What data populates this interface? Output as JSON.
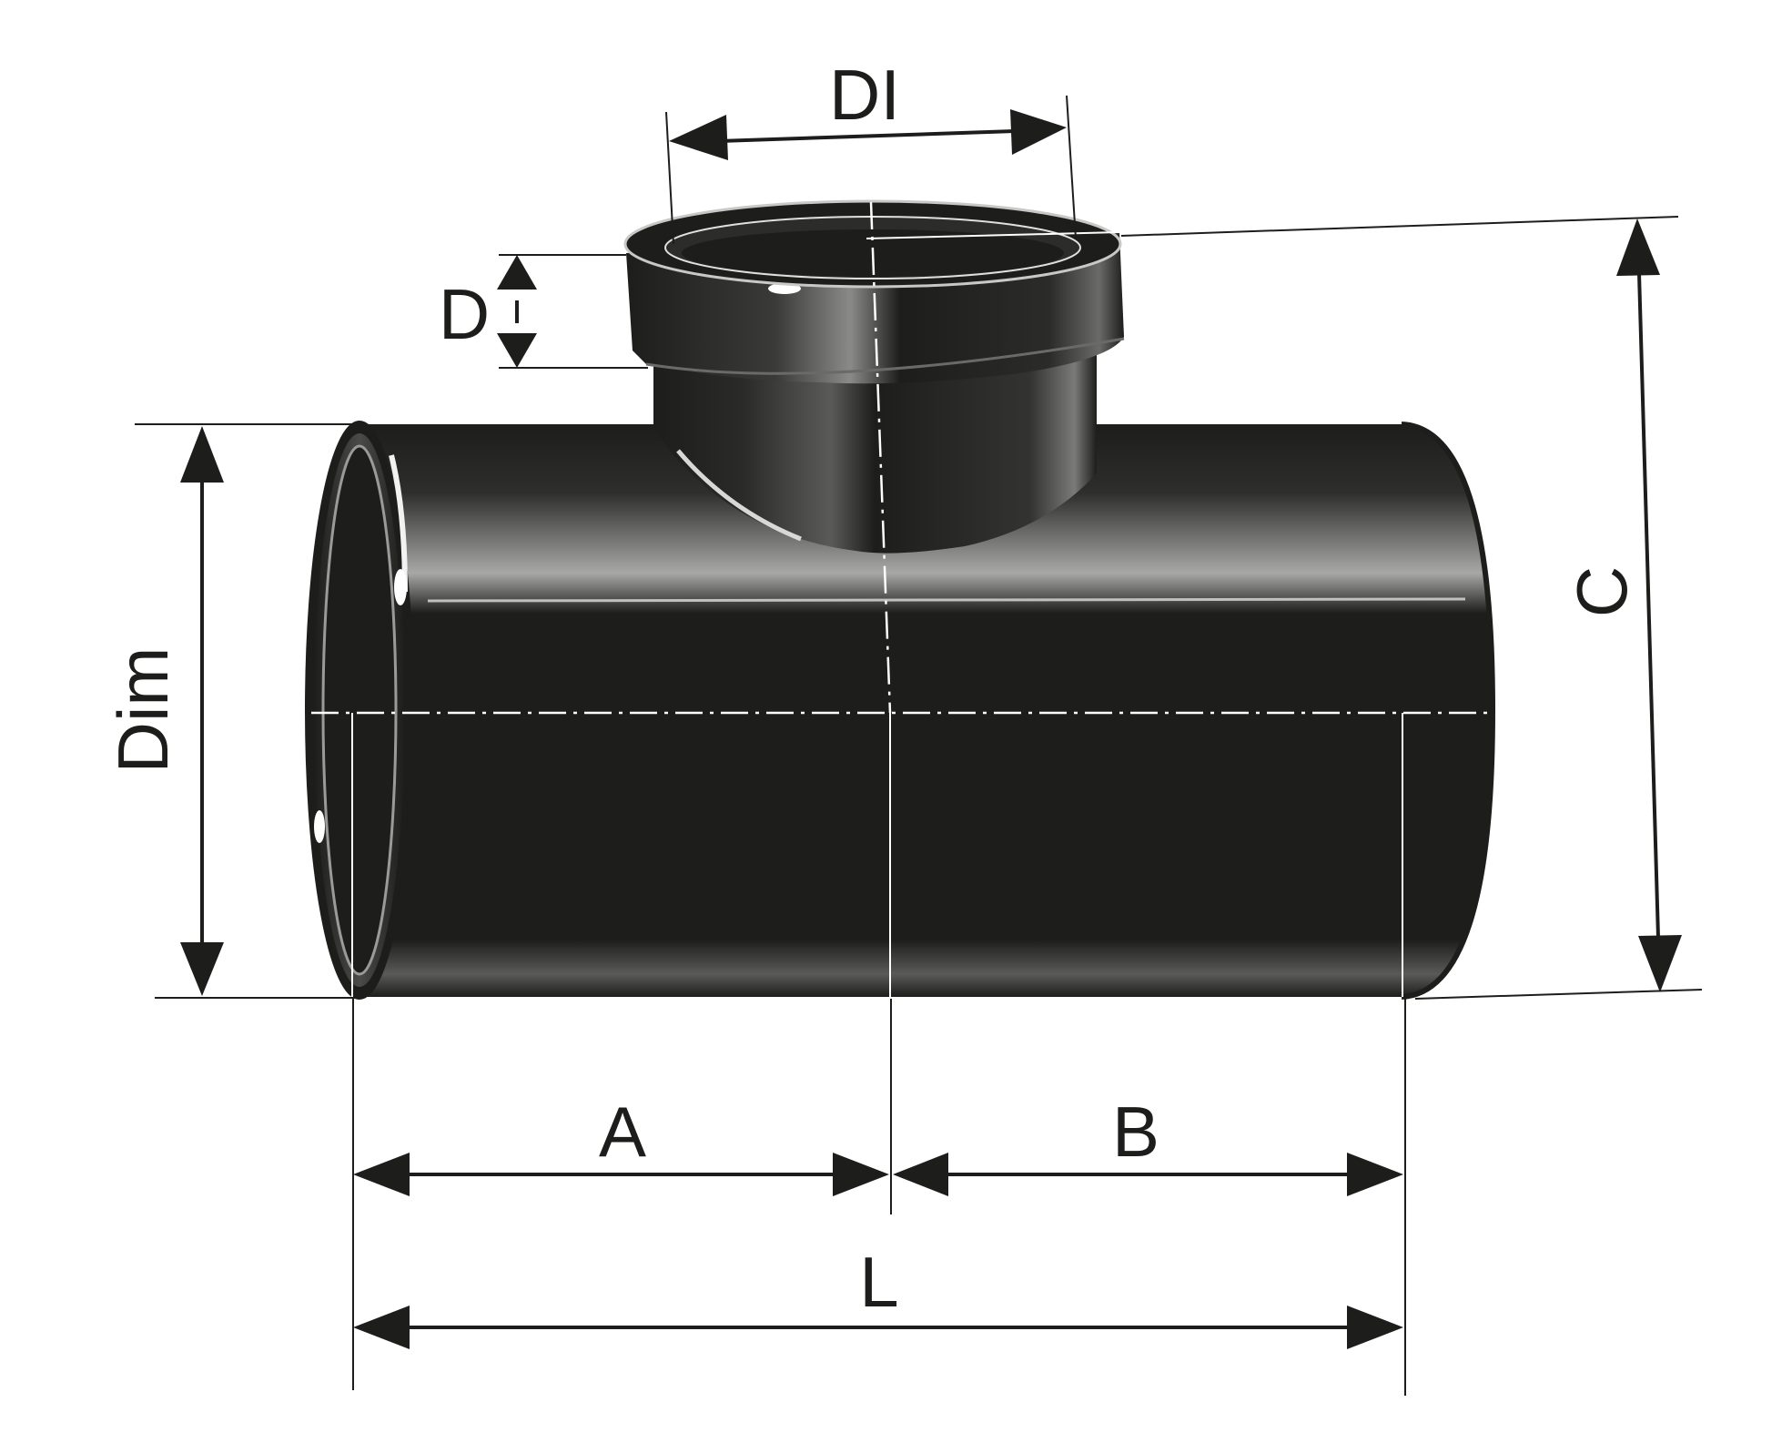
{
  "figure": {
    "subject": "tee fitting",
    "colors": {
      "fitting": "#1d1d1b",
      "highlight": "#f2f2f2",
      "background": "#ffffff",
      "dimension": "#1d1d1b"
    }
  },
  "dimensions": {
    "di": "DI",
    "d": "D",
    "dim": "Dim",
    "c": "C",
    "a": "A",
    "b": "B",
    "l": "L"
  }
}
